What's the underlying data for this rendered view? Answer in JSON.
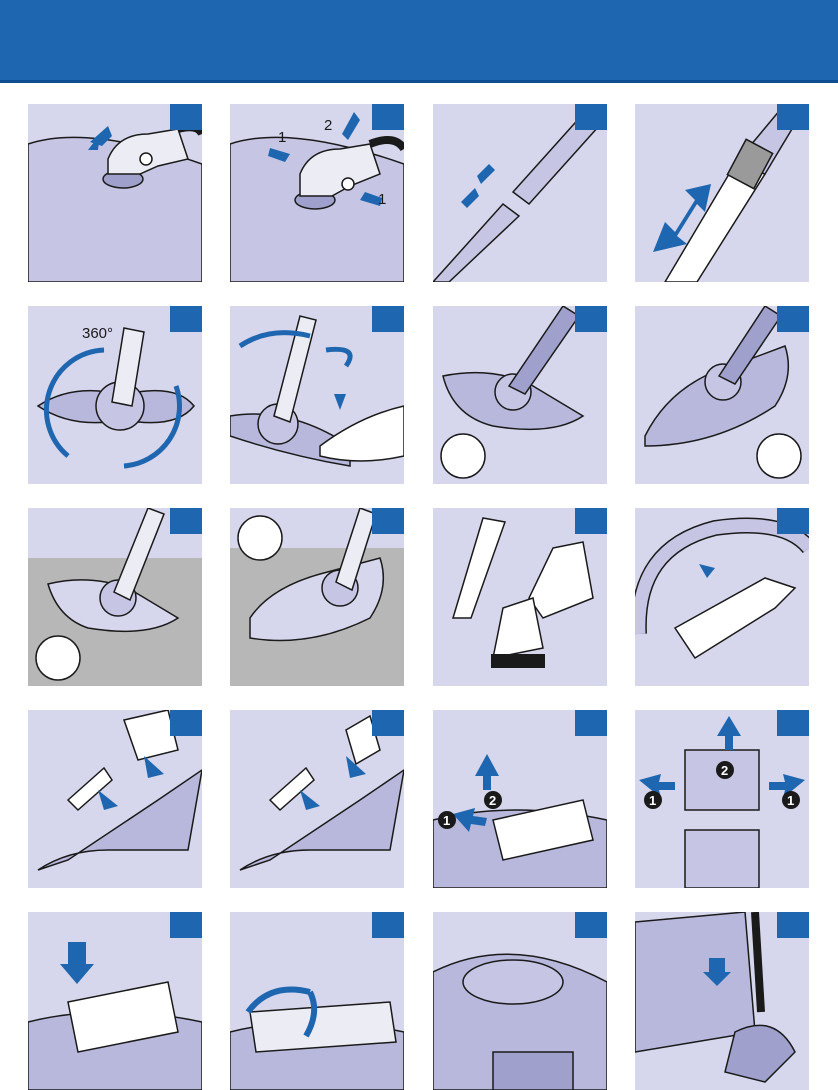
{
  "colors": {
    "header_blue": "#1f66b0",
    "arrow_blue": "#1f66b0",
    "panel_bg": "#d6d6ec",
    "line": "#1a1a1a"
  },
  "panels": [
    {
      "id": 1,
      "labels": []
    },
    {
      "id": 2,
      "labels": [
        "1",
        "2",
        "1"
      ]
    },
    {
      "id": 3,
      "labels": []
    },
    {
      "id": 4,
      "labels": []
    },
    {
      "id": 5,
      "labels": [
        "360°"
      ]
    },
    {
      "id": 6,
      "labels": []
    },
    {
      "id": 7,
      "labels": []
    },
    {
      "id": 8,
      "labels": []
    },
    {
      "id": 9,
      "labels": []
    },
    {
      "id": 10,
      "labels": []
    },
    {
      "id": 11,
      "labels": []
    },
    {
      "id": 12,
      "labels": []
    },
    {
      "id": 13,
      "labels": []
    },
    {
      "id": 14,
      "labels": []
    },
    {
      "id": 15,
      "labels": [
        "1",
        "2"
      ]
    },
    {
      "id": 16,
      "labels": [
        "1",
        "2",
        "1"
      ]
    },
    {
      "id": 17,
      "labels": []
    },
    {
      "id": 18,
      "labels": []
    },
    {
      "id": 19,
      "labels": []
    },
    {
      "id": 20,
      "labels": []
    }
  ],
  "text": {
    "p2_label_left": "1",
    "p2_label_top": "2",
    "p2_label_right": "1",
    "p5_angle": "360°",
    "p15_step1": "1",
    "p15_step2": "2",
    "p16_step1_left": "1",
    "p16_step2": "2",
    "p16_step1_right": "1"
  }
}
